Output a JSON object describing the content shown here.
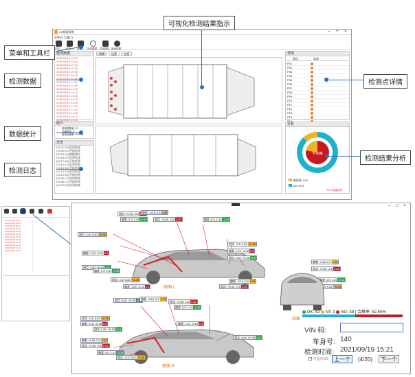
{
  "callouts": {
    "visualization": "可视化检测结果指示",
    "menu_toolbar": "菜单和工具栏",
    "inspection_data": "检测数据",
    "data_statistics": "数据统计",
    "inspection_log": "检测日志",
    "point_details": "检测点详情",
    "result_analysis": "检测结果分析"
  },
  "top_window": {
    "title": "XX检测系统",
    "menu": [
      "文件(F)",
      "工具(T)"
    ],
    "toolbar": [
      "打开",
      "保存",
      "检测",
      "历史数据",
      "导出报告",
      "系统设置"
    ],
    "tabs": [
      "前视",
      "后视",
      "左视"
    ],
    "left_panel_title": "检测数据",
    "data_rows": [
      "2021/09/19 15:21",
      "2021/09/19 15:18",
      "2021/09/19 15:14",
      "2021/09/19 15:10",
      "2021/09/19 15:06",
      "2021/09/19 15:02",
      "2021/09/19 14:58",
      "2021/09/19 14:54",
      "2021/09/19 14:50",
      "2021/09/19 14:46",
      "2021/09/19 14:42",
      "2021/09/19 14:38",
      "2021/09/19 14:34",
      "2021/09/19 14:30",
      "2021/09/19 14:26",
      "2021/09/19 14:22",
      "2021/09/19 14:18",
      "2021/09/19 14:14",
      "2021/09/19 14:10",
      "2021/09/19 14:06"
    ],
    "stats_title": "统计",
    "stats": [
      "检测总数量: 20",
      "合格数量: 6",
      "检测合格率: 32.50%"
    ],
    "log_title": "日志",
    "log_rows": [
      "[15:21:04] 检测完成",
      "[15:20:51] 开始检测",
      "[15:18:33] 数据保存",
      "[15:18:02] 检测完成",
      "[15:17:48] 开始检测",
      "[15:14:21] 检测完成",
      "[15:14:05] 开始检测",
      "[15:10:42] 检测完成",
      "[15:10:30] 开始检测",
      "[15:06:17] 检测完成",
      "[15:06:01] 开始检测",
      "[15:02:55] 检测完成"
    ],
    "detail_title": "详情",
    "detail_cols": [
      "测点",
      "状态"
    ],
    "detail_rows": [
      "P01",
      "P02",
      "P03",
      "P04",
      "P05",
      "P06",
      "P07",
      "P08",
      "P09",
      "P10",
      "P11",
      "P12",
      "P13",
      "P14",
      "P15"
    ],
    "analysis_title": "分析",
    "donut_center": "不合格",
    "legend": [
      {
        "label": "未检测: 12%",
        "color": "#f0b323"
      },
      {
        "label": "NG: 87%",
        "color": "#1bb3c9"
      }
    ],
    "statusbar": "PLC 连接正常"
  },
  "bottom_window": {
    "view_labels": {
      "left": "侧面-L",
      "right": "侧面-R",
      "rear": "后面"
    },
    "summary": {
      "ok": "OK: 42",
      "nt": "NT: 0",
      "ng": "NG: 38",
      "rate": "合格率: 52.50%"
    },
    "vin_label": "VIN 码:",
    "vin_value": "",
    "body_no_label": "车身号:",
    "body_no_value": "140",
    "time_label": "检测时间:",
    "time_value": "2021/09/19 15:21",
    "checkbox_label": "只显示NG",
    "prev": "上一个",
    "page": "(4/20)",
    "next": "下一个",
    "point_tags": [
      "测点",
      "偏差",
      "上限",
      "下限"
    ],
    "point_vals": [
      "+0.35",
      "0.5",
      "-0.5",
      "1.24",
      "0.82",
      "-0.18"
    ]
  },
  "colors": {
    "accent": "#2a6bb5",
    "ng": "#c8181f",
    "ok": "#2ba84a",
    "nt": "#f0b323",
    "cyan": "#1bb3c9"
  }
}
